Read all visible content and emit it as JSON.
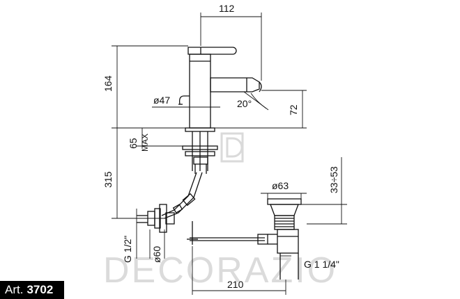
{
  "dimensions": {
    "width_total": "112",
    "height_body": "164",
    "diameter_body": "ø47",
    "angle": "20°",
    "height_spout": "72",
    "max_label": "MAX",
    "max_value": "65",
    "height_lower": "315",
    "pop_up_diameter": "ø63",
    "pop_up_range": "33÷53",
    "connection": "G 1/2\"",
    "diameter_rosette": "ø60",
    "waste_thread": "G 1 1/4\"",
    "rod_length": "210"
  },
  "watermark": "DECORAZIO",
  "article": {
    "prefix": "Art.",
    "number": "3702"
  }
}
